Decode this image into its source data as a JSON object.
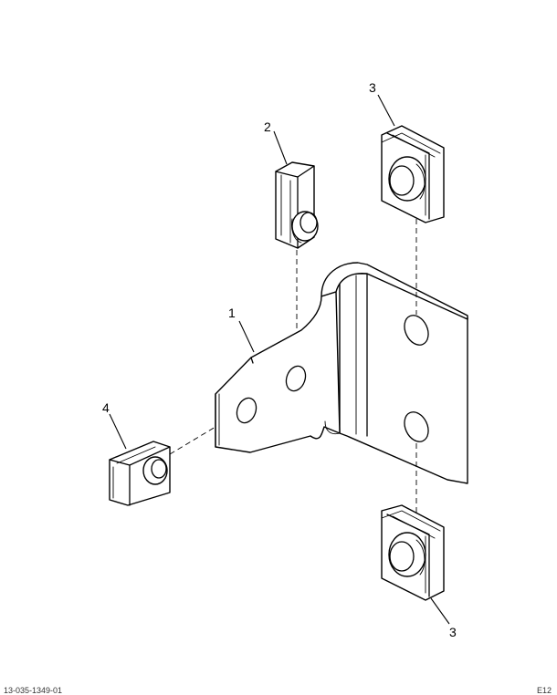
{
  "callouts": [
    {
      "id": "1",
      "label": "1"
    },
    {
      "id": "2",
      "label": "2"
    },
    {
      "id": "3a",
      "label": "3"
    },
    {
      "id": "3b",
      "label": "3"
    },
    {
      "id": "4",
      "label": "4"
    }
  ],
  "footer": {
    "left_code": "13-035-1349-01",
    "right_code": "E12"
  }
}
